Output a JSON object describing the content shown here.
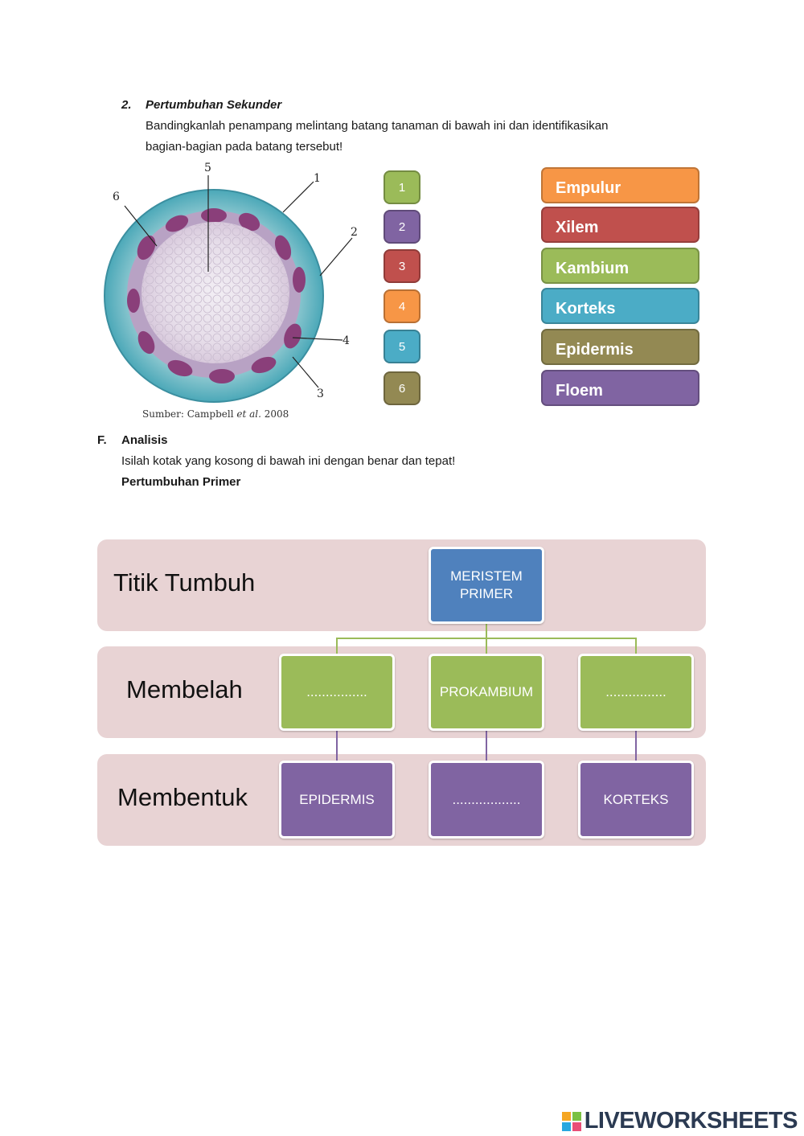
{
  "section2": {
    "number": "2.",
    "title": "Pertumbuhan Sekunder",
    "line1": "Bandingkanlah penampang melintang batang tanaman di bawah ini dan identifikasikan",
    "line2": "bagian-bagian pada batang tersebut!"
  },
  "figure": {
    "labels": [
      "1",
      "2",
      "3",
      "4",
      "5",
      "6"
    ],
    "source_prefix": "Sumber: Campbell ",
    "source_italic": "et al.",
    "source_year": "2008"
  },
  "number_boxes": [
    {
      "label": "1",
      "color": "#9bbb59"
    },
    {
      "label": "2",
      "color": "#8064a2"
    },
    {
      "label": "3",
      "color": "#c0504d"
    },
    {
      "label": "4",
      "color": "#f79646"
    },
    {
      "label": "5",
      "color": "#4bacc6"
    },
    {
      "label": "6",
      "color": "#938953"
    }
  ],
  "terms": [
    {
      "label": "Empulur",
      "color": "#f79646"
    },
    {
      "label": "Xilem",
      "color": "#c0504d"
    },
    {
      "label": "Kambium",
      "color": "#9bbb59"
    },
    {
      "label": "Korteks",
      "color": "#4bacc6"
    },
    {
      "label": "Epidermis",
      "color": "#938953"
    },
    {
      "label": "Floem",
      "color": "#8064a2"
    }
  ],
  "sectionF": {
    "letter": "F.",
    "title": "Analisis",
    "instruction": "Isilah kotak yang kosong di bawah ini dengan benar dan tepat!",
    "subtitle": "Pertumbuhan Primer"
  },
  "diagram": {
    "rows": [
      "Titik Tumbuh",
      "Membelah",
      "Membentuk"
    ],
    "root": "MERISTEM PRIMER",
    "level2": [
      "................",
      "PROKAMBIUM",
      "................"
    ],
    "level3": [
      "EPIDERMIS",
      "..................",
      "KORTEKS"
    ],
    "colors": {
      "band": "#e8d3d4",
      "blue": "#4f81bd",
      "green": "#9bbb59",
      "purple": "#8064a2"
    }
  },
  "logo": {
    "text": "LIVEWORKSHEETS"
  }
}
